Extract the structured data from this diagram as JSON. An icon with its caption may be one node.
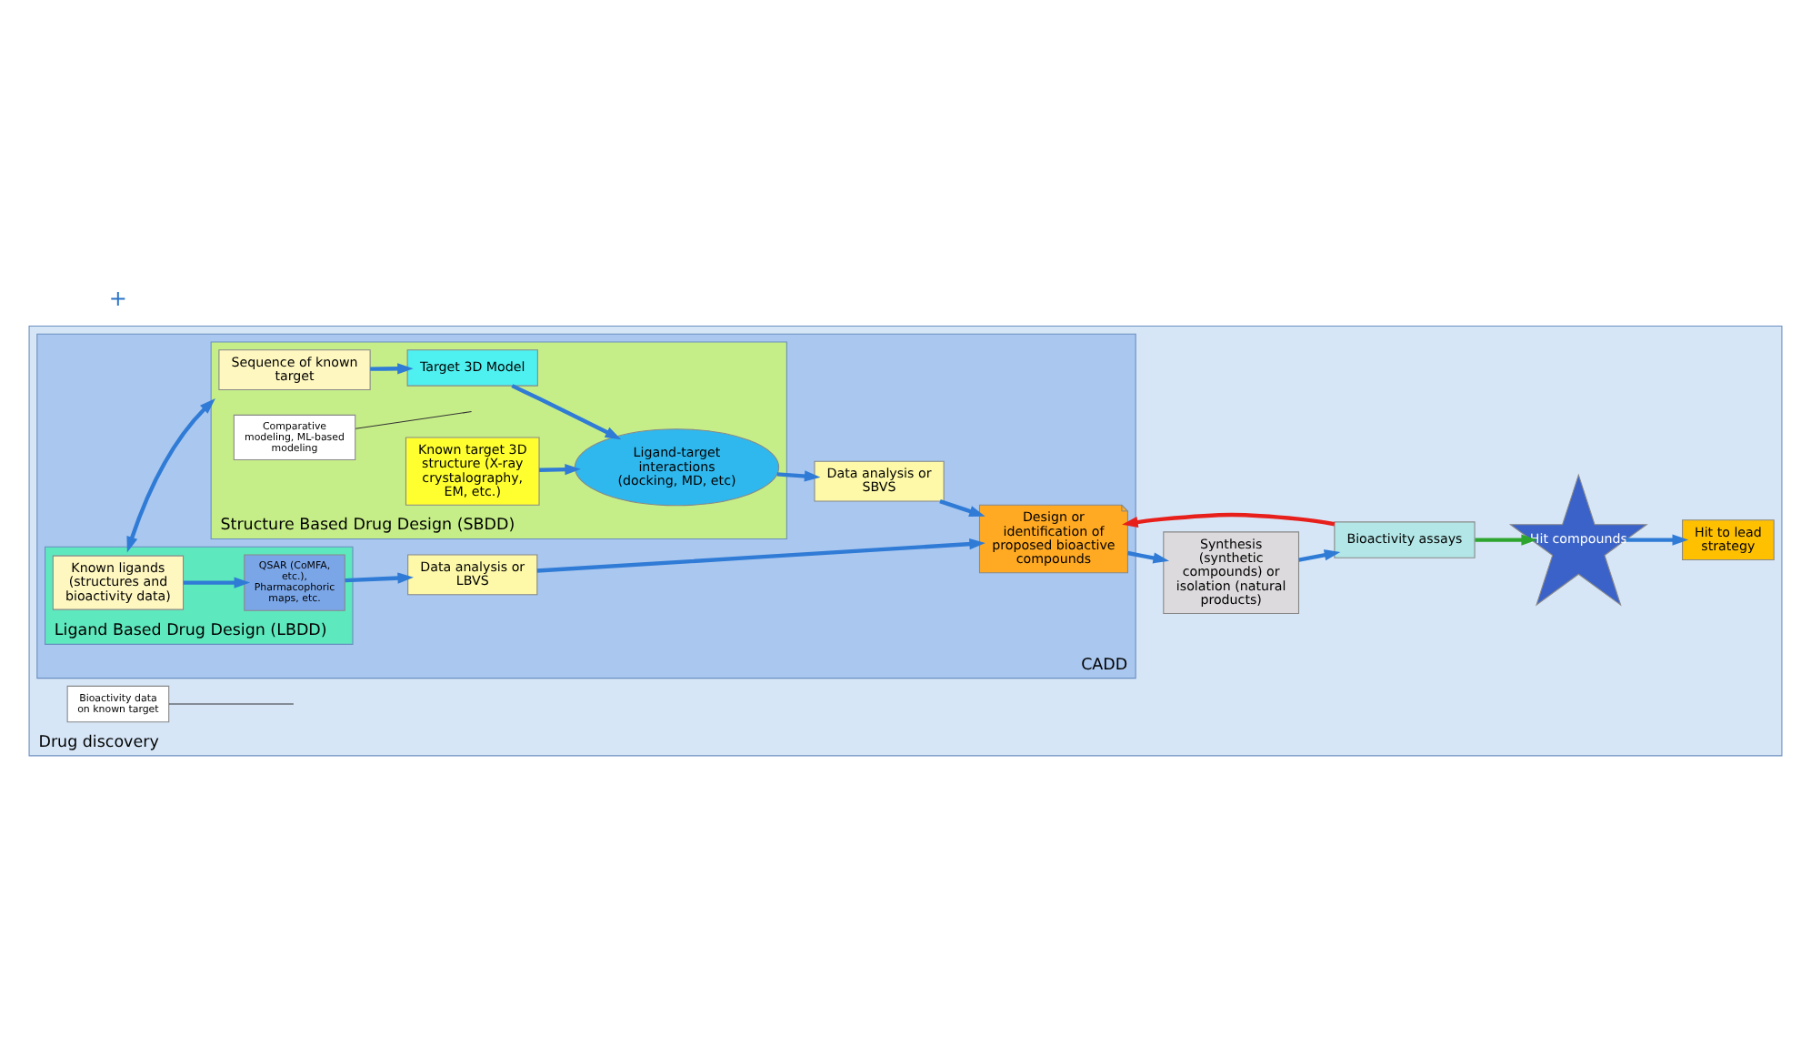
{
  "diagram": {
    "nodes": [
      {
        "text": [
          "Drug discovery"
        ]
      },
      {
        "text": [
          "CADD"
        ],
        "in": 0
      },
      {
        "text": [
          "Ligand Based Drug Design (LBDD)"
        ],
        "in": 1
      },
      {
        "text": [
          "Known ligands (structures and bioactivity data)"
        ],
        "in": 2
      },
      {
        "text": [
          "QSAR (CoMFA, etc.), Pharmacophoric maps, etc."
        ],
        "in": 2
      },
      {
        "text": [
          "Data analysis or LBVS"
        ],
        "in": 1
      },
      {
        "text": [
          "Bioactivity data on known target"
        ],
        "in": 0
      },
      {
        "text": [
          "Structure Based Drug Design (SBDD)"
        ],
        "in": 1
      },
      {
        "text": [
          "Sequence of known target"
        ],
        "in": 7
      },
      {
        "text": [
          "Target 3D Model"
        ],
        "in": 7
      },
      {
        "text": [
          "Comparative modeling, ML-based modeling"
        ],
        "in": 7
      },
      {
        "text": [
          "Known target 3D structure (X-ray crystalography, EM, etc.)"
        ],
        "in": 7
      },
      {
        "text": [
          "Ligand-target interactions (docking, MD, etc)"
        ],
        "in": 7
      },
      {
        "text": [
          "Data analysis or SBVS"
        ],
        "in": 1
      },
      {
        "text": [
          "Design or identification of proposed bioactive compounds"
        ],
        "in": 1
      },
      {
        "text": [
          "Synthesis (synthetic compounds) or isolation (natural products)"
        ],
        "in": 0
      },
      {
        "text": [
          "Bioactivity assays"
        ],
        "in": 0
      },
      {
        "text": [
          "Hit compounds"
        ],
        "in": 0
      },
      {
        "text": [
          "Hit to lead strategy"
        ],
        "in": 0
      }
    ],
    "edges": [
      {
        "from": 3,
        "to": 4,
        "arrow": "to"
      },
      {
        "from": 4,
        "to": 5,
        "arrow": "to"
      },
      {
        "from": 5,
        "to": 14,
        "arrow": "to"
      },
      {
        "from": 2,
        "to": 7,
        "arrow": "both"
      },
      {
        "from": 6,
        "to": null,
        "arrow": "none",
        "color": "#333333"
      },
      {
        "from": 8,
        "to": 9,
        "arrow": "to"
      },
      {
        "from": 10,
        "to": null,
        "arrow": "none",
        "color": "#333333"
      },
      {
        "from": 9,
        "to": 12,
        "arrow": "to"
      },
      {
        "from": 11,
        "to": 12,
        "arrow": "to"
      },
      {
        "from": 12,
        "to": 13,
        "arrow": "to"
      },
      {
        "from": 13,
        "to": 14,
        "arrow": "to"
      },
      {
        "from": 14,
        "to": 15,
        "arrow": "to"
      },
      {
        "from": 15,
        "to": 16,
        "arrow": "to"
      },
      {
        "from": 16,
        "to": 14,
        "arrow": "to",
        "color": "#e8201c"
      },
      {
        "from": 16,
        "to": 17,
        "arrow": "to",
        "color": "#2ea52e"
      },
      {
        "from": 17,
        "to": 18,
        "arrow": "to"
      }
    ],
    "labels": [
      "+"
    ]
  }
}
